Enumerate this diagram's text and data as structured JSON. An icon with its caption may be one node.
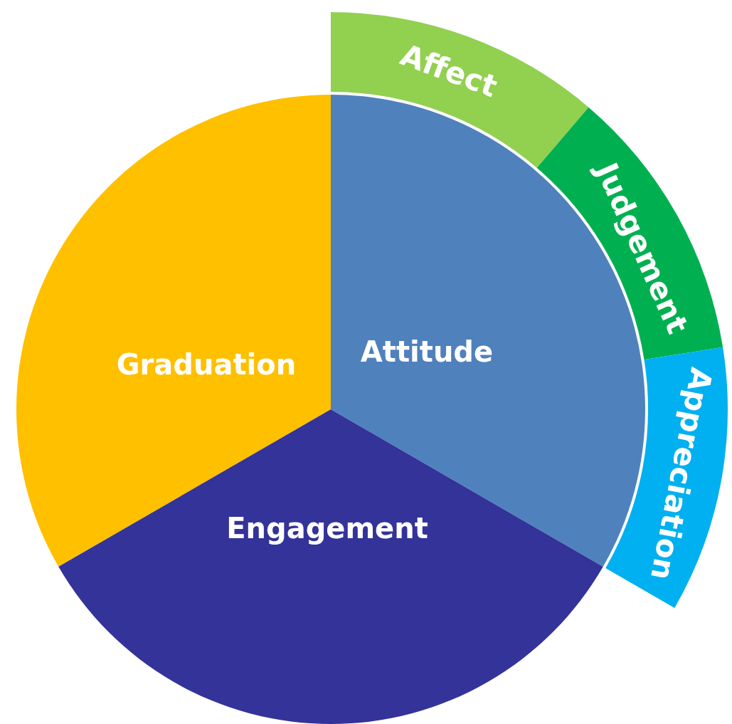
{
  "diagram": {
    "nodes": [
      {
        "text": [
          "Graduation"
        ]
      },
      {
        "text": [
          "Attitude"
        ]
      },
      {
        "text": [
          "Engagement"
        ]
      },
      {
        "text": [
          "Affect"
        ]
      },
      {
        "text": [
          "Judgement"
        ]
      },
      {
        "text": [
          "Appreciation"
        ]
      }
    ]
  }
}
